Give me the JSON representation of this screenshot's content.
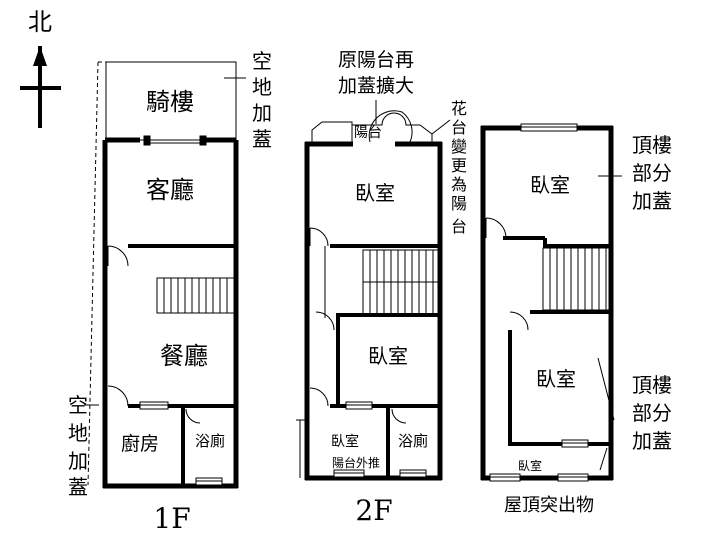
{
  "compass": {
    "label": "北"
  },
  "floors": [
    {
      "label": "1F",
      "rooms": [
        "騎樓",
        "客廳",
        "餐廳",
        "廚房",
        "浴廁"
      ]
    },
    {
      "label": "2F",
      "rooms": [
        "臥室",
        "臥室",
        "臥室",
        "浴廁"
      ],
      "sublabel": "陽台外推"
    },
    {
      "label": "屋頂突出物",
      "rooms": [
        "臥室",
        "臥室",
        "臥室"
      ]
    }
  ],
  "annotations": {
    "vacant_land_1": [
      "空",
      "地",
      "加",
      "蓋"
    ],
    "vacant_land_2": [
      "空",
      "地",
      "加",
      "蓋"
    ],
    "balcony_extension": [
      "原陽台再",
      "加蓋擴大"
    ],
    "balcony_small": "陽台",
    "planter": [
      "花",
      "台",
      "變",
      "更",
      "為",
      "陽",
      "台"
    ],
    "roof_addition_1": [
      "頂樓",
      "部分",
      "加蓋"
    ],
    "roof_addition_2": [
      "頂樓",
      "部分",
      "加蓋"
    ]
  }
}
